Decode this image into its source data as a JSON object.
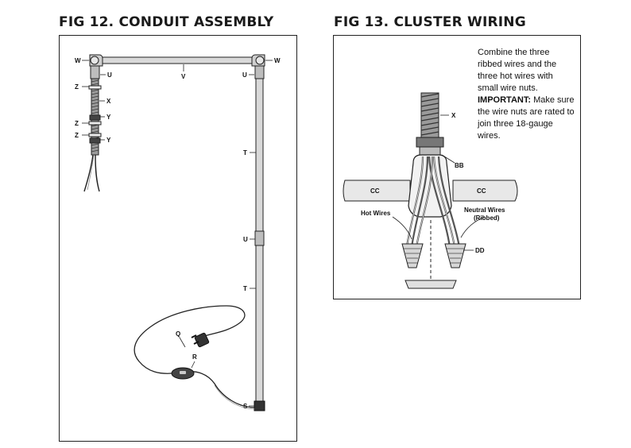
{
  "fig12": {
    "title": "FIG 12. CONDUIT ASSEMBLY",
    "labels": {
      "w_left": "W",
      "w_right": "W",
      "u_left": "U",
      "u_right": "U",
      "v": "V",
      "z1": "Z",
      "x": "X",
      "z2": "Z",
      "y1": "Y",
      "z3": "Z",
      "y2": "Y",
      "t1": "T",
      "u_mid": "U",
      "t2": "T",
      "q": "Q",
      "r": "R",
      "s": "S"
    }
  },
  "fig13": {
    "title": "FIG 13. CLUSTER WIRING",
    "note_text": "Combine the three ribbed wires and the three hot wires with small wire nuts.",
    "note_important": "IMPORTANT:",
    "note_text2": "Make sure the wire nuts are rated to join three 18-gauge wires.",
    "labels": {
      "x": "X",
      "bb": "BB",
      "cc_left": "CC",
      "cc_right": "CC",
      "hot_wires": "Hot Wires",
      "neutral_wires": "Neutral Wires",
      "ribbed": "(Ribbed)",
      "dd": "DD"
    }
  }
}
